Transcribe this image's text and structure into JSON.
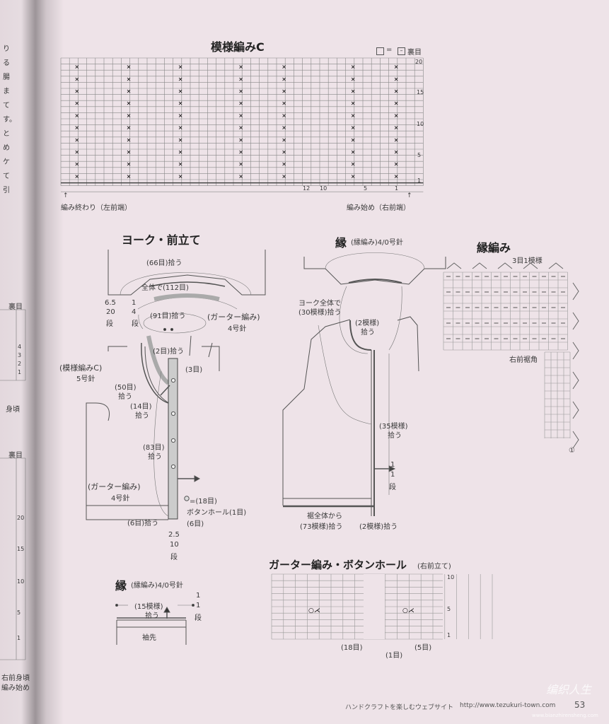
{
  "margin_strip": {
    "text_lines": [
      "り",
      "る",
      "腸",
      "ま",
      "て",
      "す。",
      "とめ",
      "ケて",
      "引"
    ],
    "legend_top": "裏目",
    "top_rows": [
      "4",
      "3",
      "2",
      "1"
    ],
    "label_body": "身頃",
    "legend_bottom": "裏目",
    "bottom_rows": [
      "20",
      "15",
      "10",
      "5",
      "1"
    ],
    "label_start_1": "右前身頃",
    "label_start_2": "編み始め"
  },
  "chart_c": {
    "title": "模様編みC",
    "legend_eq": "=",
    "legend_label": "裏目",
    "row_numbers": [
      "20",
      "15",
      "10",
      "5",
      "1"
    ],
    "col_numbers": [
      "12",
      "10",
      "5",
      "1"
    ],
    "label_end": "編み終わり（左前端）",
    "label_start": "編み始め（右前端）"
  },
  "yoke": {
    "title": "ヨーク・前立て",
    "pick_66": "(66目)拾う",
    "total_112": "全体で(112目)",
    "dim_65": "6.5",
    "dim_20": "20",
    "dim_dan": "段",
    "dim_1": "1",
    "dim_4": "4",
    "dim_dan2": "段",
    "pick_91": "(91目)拾う",
    "garter_label": "(ガーター編み)",
    "garter_needle": "4号針",
    "pick_2": "(2目)拾う",
    "st_3": "(3目)",
    "pattern_c": "(模様編みC)",
    "pattern_needle": "5号針",
    "pick_50a": "(50目)",
    "pick_50b": "拾う",
    "pick_14a": "(14目)",
    "pick_14b": "拾う",
    "pick_83a": "(83目)",
    "pick_83b": "拾う",
    "garter2_label": "(ガーター編み)",
    "garter2_needle": "4号針",
    "buttons": "=(18目)",
    "buttonhole": "ボタンホール(1目)",
    "pick_6": "(6目)拾う",
    "st_6": "(6目)",
    "dim_25": "2.5",
    "dim_10": "10",
    "dim_dan3": "段"
  },
  "edge": {
    "title": "縁",
    "title_sub": "(縁編み)4/0号針",
    "yoke_pick_1": "ヨーク全体で",
    "yoke_pick_2": "(30模様)拾う",
    "pick_2_1": "(2模様)",
    "pick_2_2": "拾う",
    "pick_35_1": "(35模様)",
    "pick_35_2": "拾う",
    "dim_1": "1",
    "dim_1b": "1",
    "dim_dan": "段",
    "hem_1": "裾全体から",
    "hem_2": "(73模様)拾う",
    "corner_pick": "(2模様)拾う"
  },
  "edging_chart": {
    "title": "縁編み",
    "repeat": "3目1模様",
    "corner": "右前裾角",
    "start_mark": "①"
  },
  "sleeve_edge": {
    "title": "縁",
    "title_sub": "(縁編み)4/0号針",
    "pick_15": "(15模様)",
    "pick": "拾う",
    "dim_1": "1",
    "dim_1b": "1",
    "dim_dan": "段",
    "cuff": "袖先"
  },
  "buttonhole_chart": {
    "title": "ガーター編み・ボタンホール",
    "title_sub": "(右前立て)",
    "row_numbers": [
      "10",
      "5",
      "1"
    ],
    "st_18": "(18目)",
    "st_1": "(1目)",
    "st_5": "(5目)"
  },
  "footer": {
    "site_text": "ハンドクラフトを楽しむウェブサイト",
    "url": "http://www.tezukuri-town.com",
    "page_number": "53",
    "watermark": "编织人生",
    "watermark_url": "www.bianzhirensheng.com"
  }
}
